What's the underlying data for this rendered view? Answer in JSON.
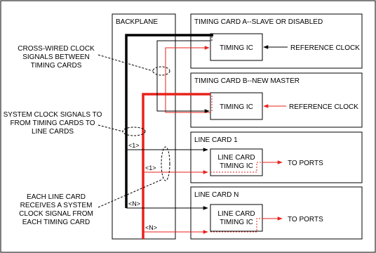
{
  "labels": {
    "backplane": "BACKPLANE",
    "timing_card_a": "TIMING CARD A--SLAVE OR DISABLED",
    "timing_card_b": "TIMING CARD B--NEW MASTER",
    "line_card_1": "LINE CARD 1",
    "line_card_n": "LINE CARD N",
    "timing_ic": "TIMING IC",
    "line_card_timing_ic_l1": "LINE CARD",
    "line_card_timing_ic_l2": "TIMING IC",
    "reference_clock": "REFERENCE CLOCK",
    "to_ports": "TO PORTS",
    "sig_1": "<1>",
    "sig_n": "<N>"
  },
  "annotations": {
    "cross_wired": [
      "CROSS-WIRED CLOCK",
      "SIGNALS BETWEEN",
      "TIMING CARDS"
    ],
    "system_clock": [
      "SYSTEM CLOCK SIGNALS TO",
      "FROM TIMING CARDS TO",
      "LINE CARDS"
    ],
    "each_line_card": [
      "EACH LINE CARD",
      "RECEIVES A SYSTEM",
      "CLOCK SIGNAL FROM",
      "EACH TIMING CARD"
    ]
  },
  "colors": {
    "black": "#000000",
    "red": "#e8221b"
  }
}
